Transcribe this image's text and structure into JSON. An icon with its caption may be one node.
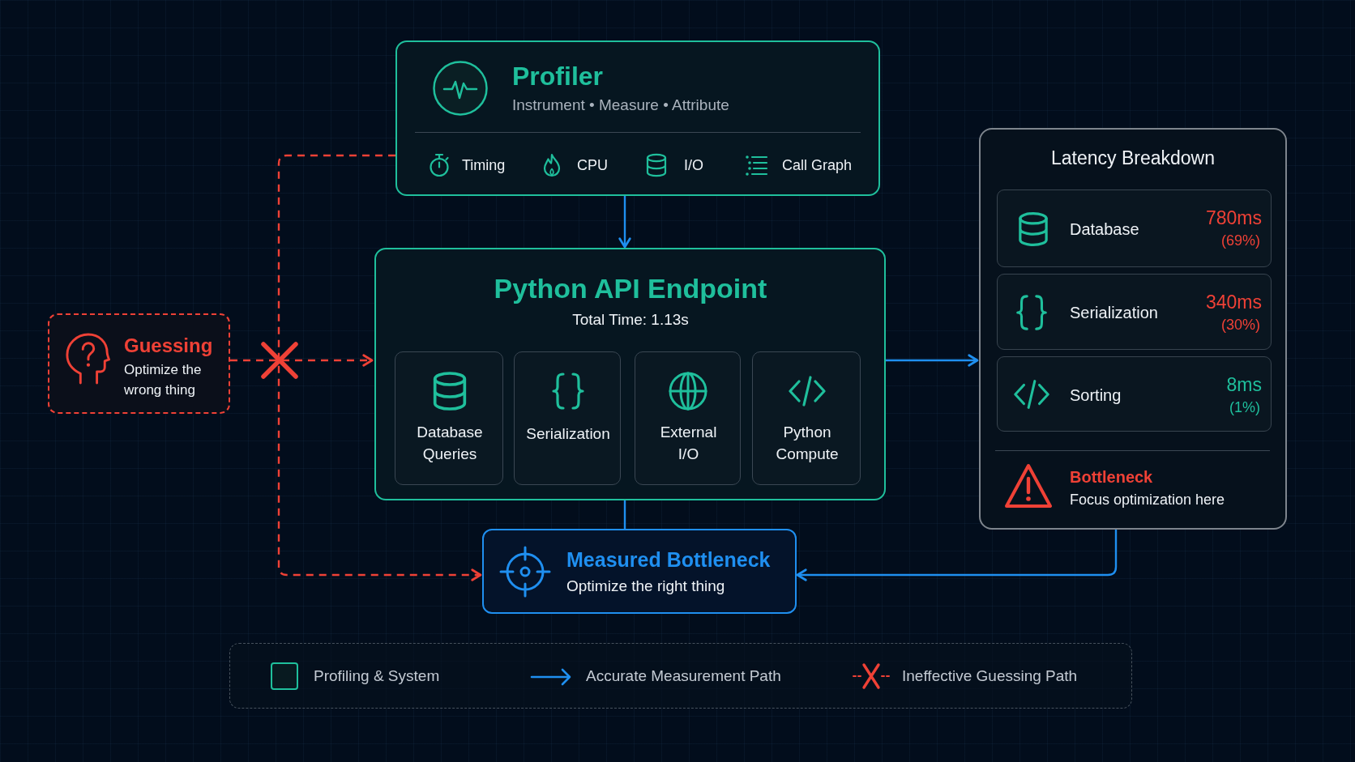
{
  "diagram": {
    "nodes": [
      {
        "text": [
          "Profiler",
          "Instrument • Measure • Attribute",
          "Timing",
          "CPU",
          "I/O",
          "Call Graph"
        ]
      },
      {
        "text": [
          "Python API Endpoint",
          "Total Time: 1.13s"
        ]
      },
      {
        "text": [
          "Database Queries"
        ],
        "in": 1
      },
      {
        "text": [
          "Serialization"
        ],
        "in": 1
      },
      {
        "text": [
          "External I/O"
        ],
        "in": 1
      },
      {
        "text": [
          "Python Compute"
        ],
        "in": 1
      },
      {
        "text": [
          "Guessing",
          "Optimize the wrong thing"
        ]
      },
      {
        "text": [
          "Latency Breakdown",
          "Bottleneck",
          "Focus optimization here"
        ]
      },
      {
        "text": [
          "Database",
          "780ms",
          "(69%)"
        ],
        "in": 7
      },
      {
        "text": [
          "Serialization",
          "340ms",
          "(30%)"
        ],
        "in": 7
      },
      {
        "text": [
          "Sorting",
          "8ms",
          "(1%)"
        ],
        "in": 7
      },
      {
        "text": [
          "Measured Bottleneck",
          "Optimize the right thing"
        ]
      }
    ],
    "edges": [
      {
        "from": 0,
        "to": 1,
        "arrow": "to"
      },
      {
        "from": 1,
        "to": 7,
        "arrow": "to"
      },
      {
        "from": 7,
        "to": 11,
        "arrow": "to"
      },
      {
        "from": 1,
        "to": 11,
        "arrow": "none"
      },
      {
        "from": 6,
        "to": 1,
        "arrow": "to",
        "style": "dashed",
        "color": "#ef4136"
      },
      {
        "from": 0,
        "to": 11,
        "arrow": "to",
        "style": "dashed",
        "color": "#ef4136"
      }
    ],
    "legend": [
      {
        "text": "Profiling & System",
        "color": "#1fbf9c"
      },
      {
        "text": "Accurate Measurement Path"
      },
      {
        "text": "Ineffective Guessing Path"
      }
    ]
  }
}
